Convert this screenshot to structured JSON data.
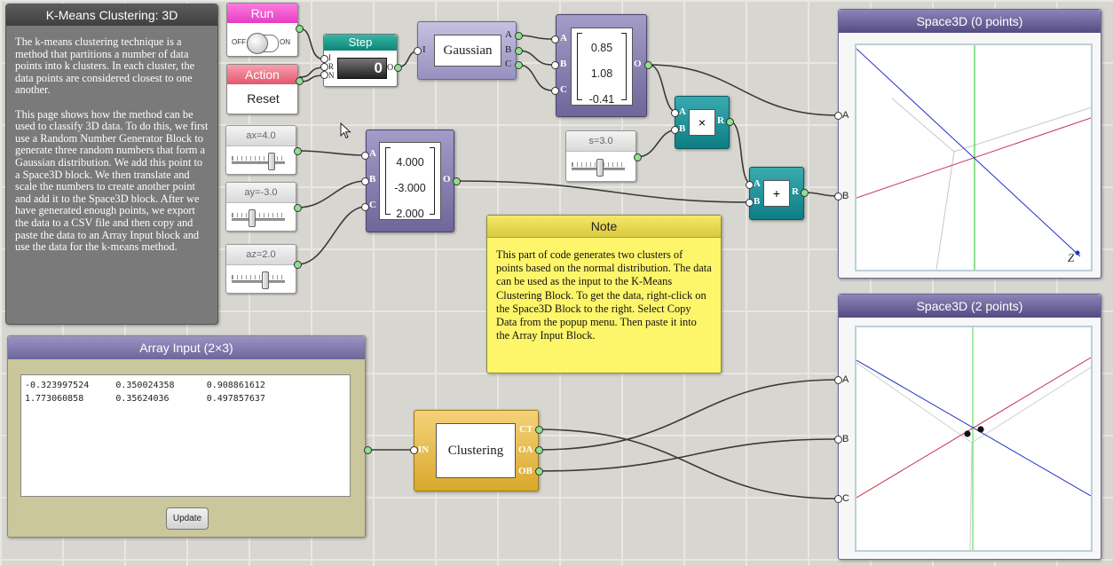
{
  "description": {
    "title": "K-Means Clustering: 3D",
    "text": "The k-means clustering technique is a method that partitions a number of data points into k clusters. In each cluster, the data points are considered closest to one another.\n\nThis page shows how the method can be used to classify 3D data. To do this, we first use a Random Number Generator Block to generate three random numbers that form a Gaussian distribution. We add this point to a Space3D block. We then translate and scale the numbers to create another point and add it to the Space3D block. After we have generated enough points, we export the data to a CSV file and then copy and paste the data to an Array Input block and use the data for the k-means method."
  },
  "run_block": {
    "title": "Run",
    "off": "OFF",
    "on": "ON",
    "state": "off",
    "color": "#f04bd1"
  },
  "action_block": {
    "title": "Action",
    "label": "Reset",
    "color": "#e85a6d"
  },
  "step_block": {
    "title": "Step",
    "value": "0",
    "ports": [
      "I",
      "R",
      "N"
    ],
    "out": "O"
  },
  "gaussian_block": {
    "label": "Gaussian",
    "in": "I",
    "outs": [
      "A",
      "B",
      "C"
    ]
  },
  "vector1": {
    "values": [
      "0.85",
      "1.08",
      "-0.41"
    ],
    "ins": [
      "A",
      "B",
      "C"
    ],
    "out": "O"
  },
  "vector2": {
    "values": [
      "4.000",
      "-3.000",
      "2.000"
    ],
    "ins": [
      "A",
      "B",
      "C"
    ],
    "out": "O"
  },
  "sliders": [
    {
      "label": "ax=4.0",
      "value": 4.0
    },
    {
      "label": "ay=-3.0",
      "value": -3.0
    },
    {
      "label": "az=2.0",
      "value": 2.0
    },
    {
      "label": "s=3.0",
      "value": 3.0
    }
  ],
  "multiply_block": {
    "symbol": "×",
    "ins": [
      "A",
      "B"
    ],
    "out": "R"
  },
  "add_block": {
    "symbol": "+",
    "ins": [
      "A",
      "B"
    ],
    "out": "R"
  },
  "note": {
    "title": "Note",
    "text": "This part of code generates two clusters of points based on the normal distribution. The data can be used as the input to the K-Means Clustering Block. To get the data, right-click on the Space3D Block to the right. Select Copy Data from the popup menu. Then paste it into the Array Input Block."
  },
  "space1": {
    "title": "Space3D (0 points)",
    "ports": [
      "A",
      "B"
    ],
    "axis_label": "Z"
  },
  "space2": {
    "title": "Space3D (2 points)",
    "ports": [
      "A",
      "B",
      "C"
    ]
  },
  "array_input": {
    "title": "Array Input (2×3)",
    "rows": [
      [
        "-0.323997524",
        "0.350024358",
        "0.908861612"
      ],
      [
        "1.773060858",
        "0.35624036",
        "0.497857637"
      ]
    ],
    "button": "Update"
  },
  "clustering_block": {
    "label": "Clustering",
    "in": "IN",
    "outs": [
      "CT",
      "OA",
      "OB"
    ]
  },
  "colors": {
    "wire": "#333333",
    "x_axis": "#d23a5a",
    "y_axis": "#3aa63a",
    "z_axis": "#2233cc"
  }
}
